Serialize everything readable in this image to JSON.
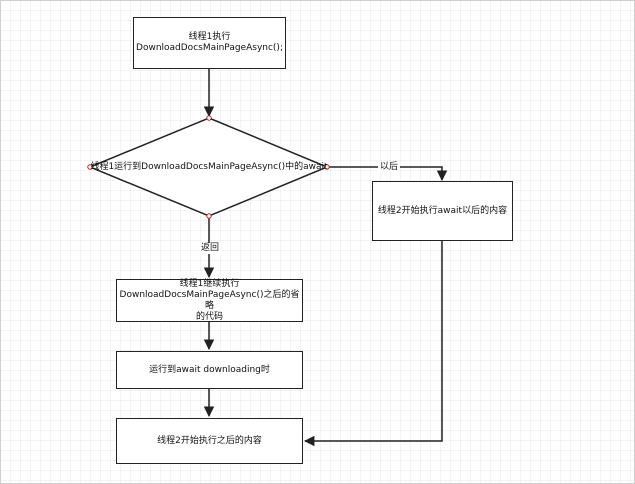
{
  "nodes": {
    "start": "线程1执行\nDownloadDocsMainPageAsync();",
    "decision": "线程1运行到DownloadDocsMainPageAsync()中的await",
    "thread2_right": "线程2开始执行await以后的内容",
    "continue": "线程1继续执行\nDownloadDocsMainPageAsync()之后的省略\n的代码",
    "await_downloading": "运行到await downloading时",
    "thread2_end": "线程2开始执行之后的内容"
  },
  "edge_labels": {
    "after": "以后",
    "return": "返回"
  },
  "colors": {
    "line": "#222222",
    "connection_point": "#b22222"
  }
}
